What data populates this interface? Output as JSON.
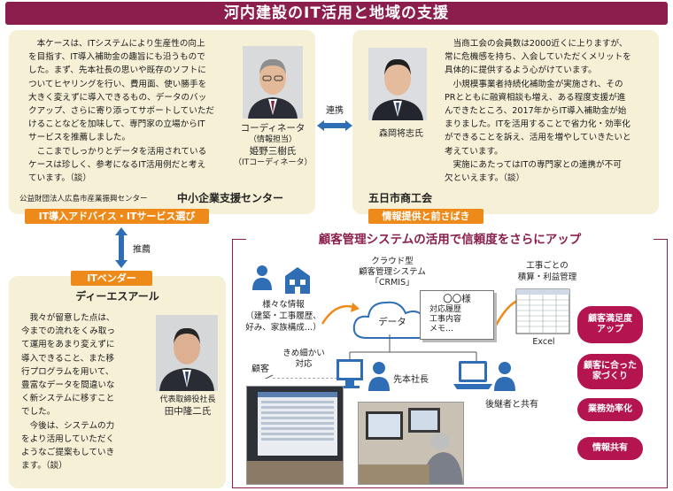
{
  "title": "河内建設のIT活用と地域の支援",
  "center": {
    "text": "　本ケースは、ITシステムにより生産性の向上\nを目指す、IT導入補助金の趣旨にも沿うもので\nした。まず、先本社長の思いや既存のソフトに\nついてヒヤリングを行い、費用面、使い勝手を\n大きく変えずに導入できるもの、データのバッ\nクアップ、さらに寄り添ってサポートしていただ\nけることなどを加味して、専門家の立場からIT\nサービスを推薦しました。\n　ここまでしっかりとデータを活用されている\nケースは珍しく、参考になるIT活用例だと考え\nています。（談）",
    "person_role": "コーディネータ",
    "person_sub": "（情報担当）",
    "person_name": "姫野三樹氏",
    "person_title": "（ITコーディネータ）",
    "org_prefix": "公益財団法人広島市産業振興センター",
    "org_name": "中小企業支援センター",
    "tag": "IT導入アドバイス・ITサービス選び"
  },
  "link_label": "連携",
  "chamber": {
    "text": "　当商工会の会員数は2000近くに上りますが、\n常に危機感を持ち、入会していただくメリットを\n具体的に提供するよう心がけています。\n　小規模事業者持続化補助金が実施され、その\nPRとともに融資相談も増え、ある程度支援が進\nんできたところ、2017年からIT導入補助金が始\nまりました。ITを活用することで省力化・効率化\nができることを訴え、活用を増やしていきたいと\n考えています。\n　実施にあたってはITの専門家との連携が不可\n欠といえます。（談）",
    "person_name": "森岡将志氏",
    "org_name": "五日市商工会",
    "tag": "情報提供と前さばき"
  },
  "recommend_label": "推薦",
  "vendor": {
    "tag": "ITベンダー",
    "company": "ディーエスアール",
    "text": "　我々が留意した点は、\n今までの流れをくみ取っ\nて運用をあまり変えずに\n導入できること、また移\n行プログラムを用いて、\n豊富なデータを間違いな\nく新システムに移すこと\nでした。\n　今後は、システムの力\nをより活用していただく\nようなご提案もしていき\nます。（談）",
    "person_title": "代表取締役社長",
    "person_name": "田中隆二氏"
  },
  "crm": {
    "title": "顧客管理システムの活用で信頼度をさらにアップ",
    "info_label": "様々な情報\n（建築・工事履歴、\n好み、家族構成…）",
    "cloud_label": "クラウド型\n顧客管理システム\n「CRMIS」",
    "data_label": "データ",
    "card_name": "〇〇様",
    "card_lines": "対応履歴\n工事内容\nメモ…",
    "excel_title": "工事ごとの\n積算・利益管理",
    "excel_label": "Excel",
    "care_label": "きめ細かい\n対応",
    "customer_label": "顧客",
    "president_label": "先本社長",
    "successor_label": "後継者と共有",
    "benefits": [
      "顧客満足度\nアップ",
      "顧客に合った\n家づくり",
      "業務効率化",
      "情報共有"
    ]
  },
  "colors": {
    "maroon": "#8b1e4c",
    "orange": "#ee8a19",
    "cream": "#f6f0d7",
    "blue": "#2f6db5",
    "pill": "#b4144f"
  }
}
